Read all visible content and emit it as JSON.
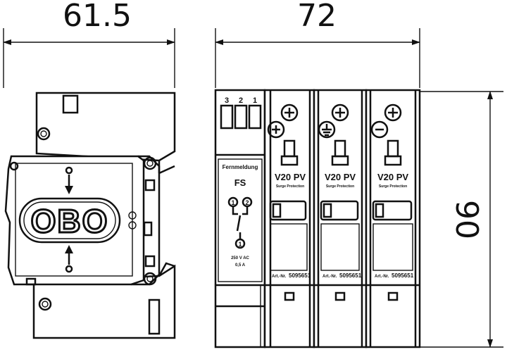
{
  "dimensions": {
    "side_width": "61.5",
    "front_width": "72",
    "height": "90"
  },
  "side_view": {
    "logo": "OBO"
  },
  "front_view": {
    "terminal_numbers": [
      "3",
      "2",
      "1"
    ],
    "fs_module": {
      "header": "Fernmeldung",
      "label": "FS",
      "contact_labels": [
        "1",
        "2",
        "1"
      ],
      "rating_lines": [
        "250 V AC",
        "0,5 A"
      ]
    },
    "modules": [
      {
        "label": "V20 PV",
        "subtitle": "Surge Protection",
        "polarity": "+"
      },
      {
        "label": "V20 PV",
        "subtitle": "Surge Protection",
        "polarity": "earth"
      },
      {
        "label": "V20 PV",
        "subtitle": "Surge Protection",
        "polarity": "−"
      }
    ],
    "article_prefix": "Art.-Nr.",
    "article_number": "5095651"
  },
  "icons": [
    "plus-screw-icon",
    "minus-icon",
    "earth-ground-icon",
    "arrow-down-icon",
    "arrow-up-icon"
  ]
}
